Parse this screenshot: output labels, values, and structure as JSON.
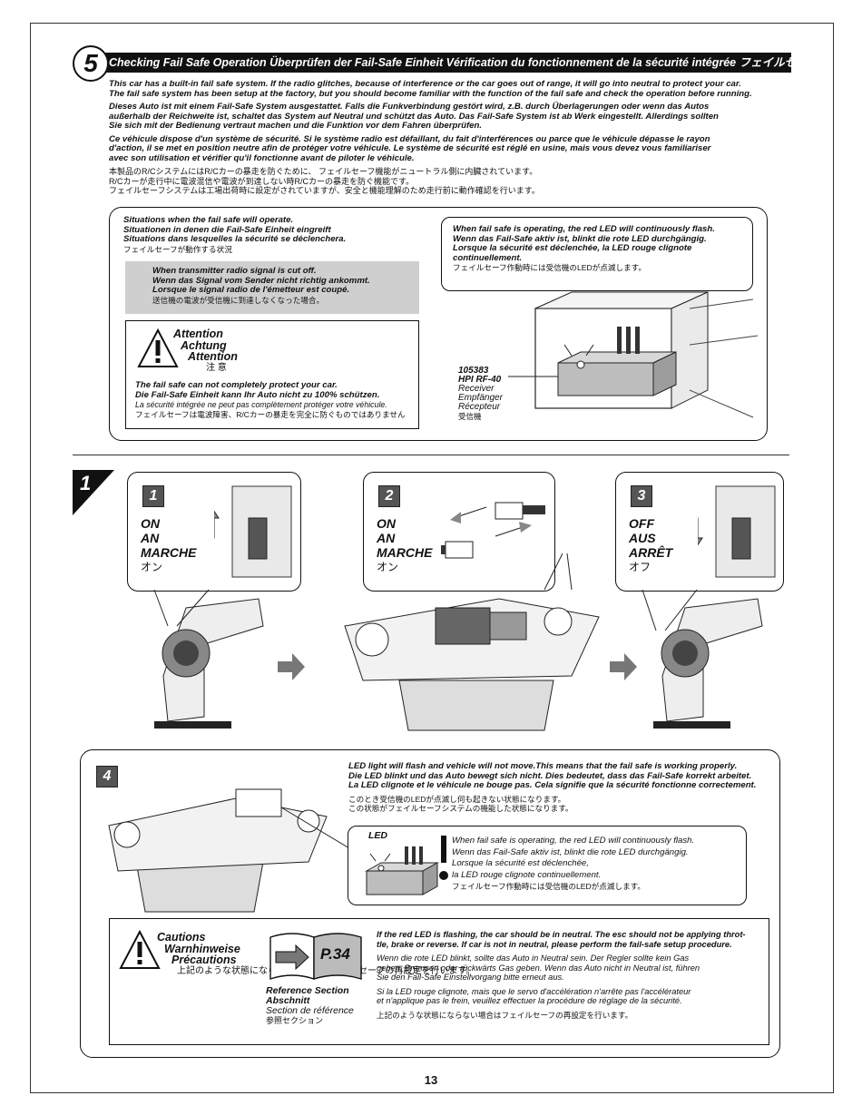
{
  "section": {
    "number": "5",
    "title": "Checking Fail Safe Operation  Überprüfen der Fail-Safe Einheit  Vérification du fonctionnement de la sécurité intégrée  フェイルセーフの動作確認"
  },
  "intro": {
    "en_1": "This car has a built-in fail safe system. If the radio glitches, because of interference or the car goes out of range, it will go into neutral to protect your car.",
    "en_2": "The fail safe system has been setup at the factory, but you should become familiar with the function of the fail safe and check the operation before running.",
    "de_1": "Dieses Auto ist mit einem Fail-Safe System ausgestattet. Falls die Funkverbindung gestört wird, z.B. durch Überlagerungen oder wenn das Autos",
    "de_2": "außerhalb der Reichweite ist, schaltet das System auf Neutral und schützt das Auto. Das Fail-Safe System ist ab Werk eingestellt. Allerdings sollten",
    "de_3": "Sie sich mit der Bedienung vertraut machen und die Funktion vor dem Fahren überprüfen.",
    "fr_1": "Ce véhicule dispose d'un système de sécurité. Si le système radio est défaillant, du fait d'interférences ou parce que le véhicule dépasse le rayon",
    "fr_2": "d'action, il se met en position neutre afin de protéger votre véhicule. Le système de sécurité est réglé en usine, mais vous devez vous familiariser",
    "fr_3": "avec son utilisation et vérifier qu'il fonctionne avant de piloter le véhicule.",
    "jp_1": "本製品のR/CシステムにはR/Cカーの暴走を防ぐために、 フェイルセーフ機能がニュートラル側に内臓されています。",
    "jp_2": "R/Cカーが走行中に電波混信や電波が到達しない時R/Cカーの暴走を防ぐ機能です。",
    "jp_3": "フェイルセーフシステムは工場出荷時に設定がされていますが、安全と機能理解のため走行前に動作確認を行います。"
  },
  "situations": {
    "en": "Situations when the fail safe will operate.",
    "de": "Situationen in denen die Fail-Safe Einheit eingreift",
    "fr": "Situations dans lesquelles la sécurité se déclenchera.",
    "jp": "フェイルセーフが動作する状況",
    "signal_en": "When transmitter radio signal is cut off.",
    "signal_de": "Wenn das Signal vom Sender nicht richtig ankommt.",
    "signal_fr": "Lorsque le signal radio de l'émetteur est coupé.",
    "signal_jp": "送信機の電波が受信機に到達しなくなった場合。"
  },
  "attention": {
    "en": "Attention",
    "de": "Achtung",
    "fr": "Attention",
    "jp": "注 意",
    "note_en": "The fail safe can not completely protect your car.",
    "note_de": "Die Fail-Safe Einheit kann Ihr Auto nicht zu 100% schützen.",
    "note_fr": "La sécurité intégrée ne peut pas complètement protéger votre véhicule.",
    "note_jp": "フェイルセーフは電波障害、R/Cカーの暴走を完全に防ぐものではありません"
  },
  "led_note": {
    "en": "When fail safe is operating, the red LED will continuously flash.",
    "de": "Wenn das Fail-Safe aktiv ist, blinkt die rote LED durchgängig.",
    "fr_1": "Lorsque la sécurité est déclenchée, la LED rouge clignote",
    "fr_2": "continuellement.",
    "jp": "フェイルセーフ作動時には受信機のLEDが点滅します。"
  },
  "receiver": {
    "part_no": "105383",
    "model": "HPI RF-40",
    "en": "Receiver",
    "de": "Empfänger",
    "fr": "Récepteur",
    "jp": "受信機"
  },
  "step": {
    "number": "1",
    "sub1": {
      "num": "1",
      "l1": "ON",
      "l2": "AN",
      "l3": "MARCHE",
      "l4": "オン"
    },
    "sub2": {
      "num": "2",
      "l1": "ON",
      "l2": "AN",
      "l3": "MARCHE",
      "l4": "オン"
    },
    "sub3": {
      "num": "3",
      "l1": "OFF",
      "l2": "AUS",
      "l3": "ARRÊT",
      "l4": "オフ"
    },
    "sub4": {
      "num": "4"
    }
  },
  "step4": {
    "en": "LED light will flash and vehicle will not move.This means that the fail safe is working properly.",
    "de": "Die LED blinkt und das Auto bewegt sich nicht. Dies bedeutet, dass das Fail-Safe korrekt arbeitet.",
    "fr": "La LED clignote et le véhicule ne bouge pas. Cela signifie que la sécurité fonctionne correctement.",
    "jp_1": "このとき受信機のLEDが点滅し何も起きない状態になります。",
    "jp_2": "この状態がフェイルセーフシステムの機能した状態になります。",
    "led_label": "LED",
    "led_en": "When fail safe is operating, the red LED will continuously flash.",
    "led_de": "Wenn das Fail-Safe aktiv ist, blinkt die rote LED durchgängig.",
    "led_fr_1": "Lorsque la sécurité est déclenchée,",
    "led_fr_2": "la LED rouge clignote continuellement.",
    "led_jp": "フェイルセーフ作動時には受信機のLEDが点滅します。"
  },
  "cautions": {
    "en": "Cautions",
    "de": "Warnhinweise",
    "fr": "Précautions",
    "jp": "上記のような状態にならない場合はフェイルセーフの再設定を行います。",
    "ref_page": "P.34",
    "ref_en": "Reference Section",
    "ref_de": "Abschnitt",
    "ref_fr": "Section de référence",
    "ref_jp": "参照セクション",
    "en_1": "If the red LED is flashing, the car should be in neutral. The esc should not be applying throt-",
    "en_2": "tle, brake or reverse. If car is not in neutral, please perform the fail-safe setup procedure.",
    "de_1": "Wenn die rote LED blinkt, sollte das Auto in Neutral sein. Der Regler sollte kein Gas",
    "de_2": "geben, Bremsen oder rückwärts Gas geben. Wenn das Auto nicht in Neutral ist, führen",
    "de_3": "Sie den Fail-Safe Einstellvorgang bitte erneut aus.",
    "fr_1": "Si la LED rouge clignote, mais que le servo d'accélération n'arrête pas l'accélérateur",
    "fr_2": "et n'applique pas le frein, veuillez effectuer la procédure de réglage de la sécurité."
  },
  "page_number": "13"
}
